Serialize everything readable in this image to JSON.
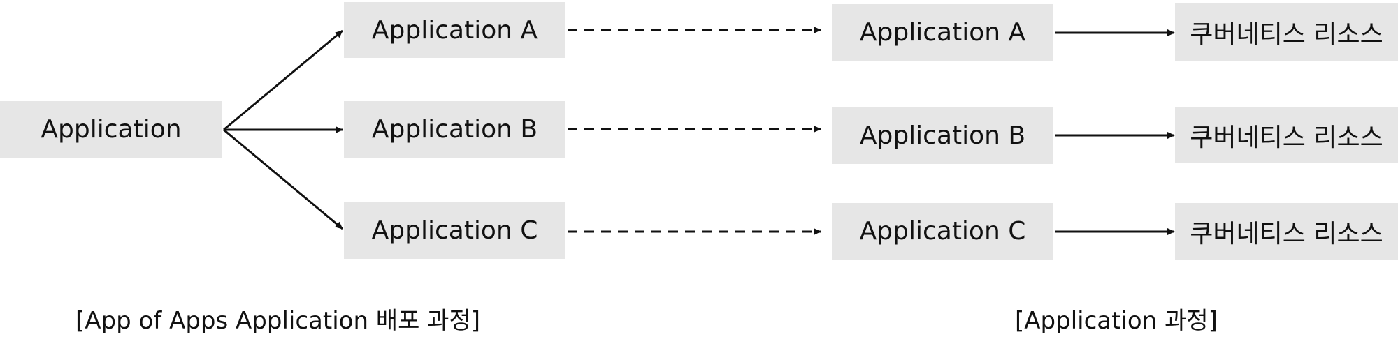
{
  "left_section": {
    "root": "Application",
    "children": [
      "Application A",
      "Application B",
      "Application C"
    ],
    "caption": "[App of Apps Application 배포 과정]"
  },
  "right_section": {
    "apps": [
      "Application A",
      "Application B",
      "Application C"
    ],
    "resources": [
      "쿠버네티스 리소스",
      "쿠버네티스 리소스",
      "쿠버네티스 리소스"
    ],
    "caption": "[Application 과정]"
  },
  "colors": {
    "box_fill": "#e6e6e6",
    "line": "#111111",
    "text": "#111111"
  }
}
